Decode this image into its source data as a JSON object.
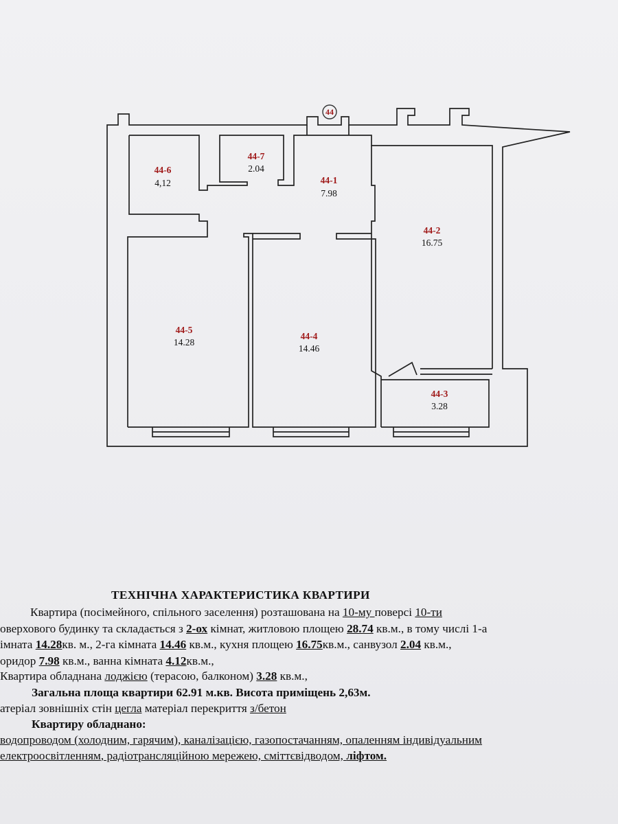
{
  "plan": {
    "apartment_number": "44",
    "rooms": [
      {
        "id": "44-6",
        "area": "4,12"
      },
      {
        "id": "44-7",
        "area": "2.04"
      },
      {
        "id": "44-1",
        "area": "7.98"
      },
      {
        "id": "44-2",
        "area": "16.75"
      },
      {
        "id": "44-5",
        "area": "14.28"
      },
      {
        "id": "44-4",
        "area": "14.46"
      },
      {
        "id": "44-3",
        "area": "3.28"
      }
    ]
  },
  "spec": {
    "title": "ТЕХНІЧНА ХАРАКТЕРИСТИКА КВАРТИРИ",
    "l1": {
      "a": "Квартира (посімейного, спільного заселення) розташована на ",
      "floor": "10-му ",
      "b": " поверсі ",
      "floors": "10-ти"
    },
    "l2": {
      "a": "оверхового будинку та складається з ",
      "rooms": "2-ох",
      "b": " кімнат, житловою площею ",
      "living": "28.74",
      "c": " кв.м., в тому числі 1-а"
    },
    "l3": {
      "a": "імната ",
      "r1": "14.28",
      "b": "кв. м., 2-га кімната ",
      "r2": "14.46",
      "c": " кв.м., кухня площею ",
      "kitchen": "16.75",
      "d": "кв.м.,  санвузол ",
      "wc": "2.04",
      "e": " кв.м.,"
    },
    "l4": {
      "a": "оридор ",
      "corridor": "7.98",
      "b": " кв.м., ванна кімната ",
      "bath": "4.12",
      "c": "кв.м.,"
    },
    "l5": {
      "a": "Квартира обладнана ",
      "loggia": "лоджією",
      "b": " (терасою, балконом) ",
      "balcony": "3.28",
      "c": " кв.м.,"
    },
    "l6": "Загальна площа квартири  62.91 м.кв. Висота приміщень 2,63м.",
    "l7": {
      "a": "атеріал зовнішніх стін ",
      "walls": "цегла",
      "b": "  матеріал перекриття  ",
      "ceiling": "з/бетон"
    },
    "l8": "Квартиру обладнано:",
    "l9": "водопроводом (холодним, гарячим), каналізацією, газопостачанням, опаленням індивідуальним",
    "l10": {
      "a": "електроосвітленням",
      "b": ", радіотрансляційною мережею, сміттєвідводом, ",
      "lift": "ліфтом."
    }
  }
}
